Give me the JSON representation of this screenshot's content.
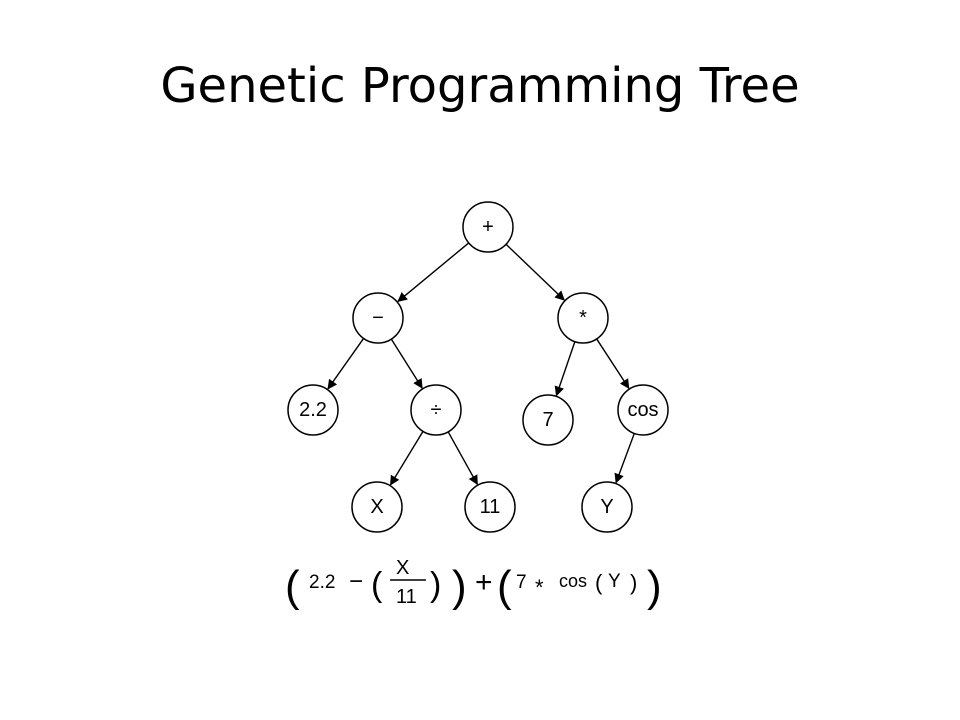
{
  "slide": {
    "title": "Genetic Programming Tree"
  },
  "tree": {
    "nodes": [
      {
        "id": "plus",
        "label": "+"
      },
      {
        "id": "minus",
        "label": "−"
      },
      {
        "id": "mul",
        "label": "*"
      },
      {
        "id": "c22",
        "label": "2.2"
      },
      {
        "id": "div",
        "label": "÷"
      },
      {
        "id": "c7",
        "label": "7"
      },
      {
        "id": "cos",
        "label": "cos"
      },
      {
        "id": "x",
        "label": "X"
      },
      {
        "id": "c11",
        "label": "11"
      },
      {
        "id": "y",
        "label": "Y"
      }
    ],
    "edges": [
      [
        "plus",
        "minus"
      ],
      [
        "plus",
        "mul"
      ],
      [
        "minus",
        "c22"
      ],
      [
        "minus",
        "div"
      ],
      [
        "div",
        "x"
      ],
      [
        "div",
        "c11"
      ],
      [
        "mul",
        "c7"
      ],
      [
        "mul",
        "cos"
      ],
      [
        "cos",
        "y"
      ]
    ]
  },
  "formula": {
    "open_outer_left": "(",
    "term_2_2": "2.2",
    "minus_sign": "−",
    "open_inner_left": "(",
    "numerator": "X",
    "denominator": "11",
    "close_inner_left": ")",
    "close_outer_left": ")",
    "plus_sign": "+",
    "open_outer_right": "(",
    "term_7": "7",
    "times_sign": "*",
    "cos_word": "cos",
    "open_cos": "(",
    "var_y": "Y",
    "close_cos": ")",
    "close_outer_right": ")"
  }
}
